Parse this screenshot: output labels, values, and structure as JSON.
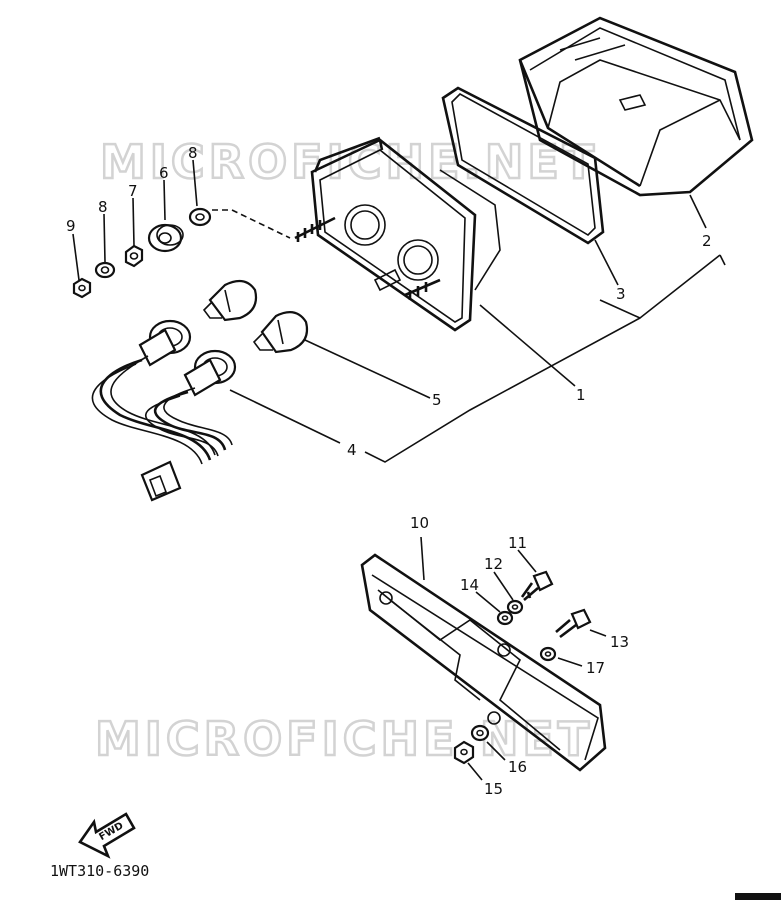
{
  "watermark": "MICROFICHE.NET",
  "diagram_code": "1WT310-6390",
  "fwd_arrow_label": "FWD",
  "callouts": {
    "p1": "1",
    "p2": "2",
    "p3": "3",
    "p4": "4",
    "p5": "5",
    "p6": "6",
    "p7": "7",
    "p8a": "8",
    "p8b": "8",
    "p9": "9",
    "p10": "10",
    "p11": "11",
    "p12": "12",
    "p13": "13",
    "p14": "14",
    "p15": "15",
    "p16": "16",
    "p17": "17"
  }
}
